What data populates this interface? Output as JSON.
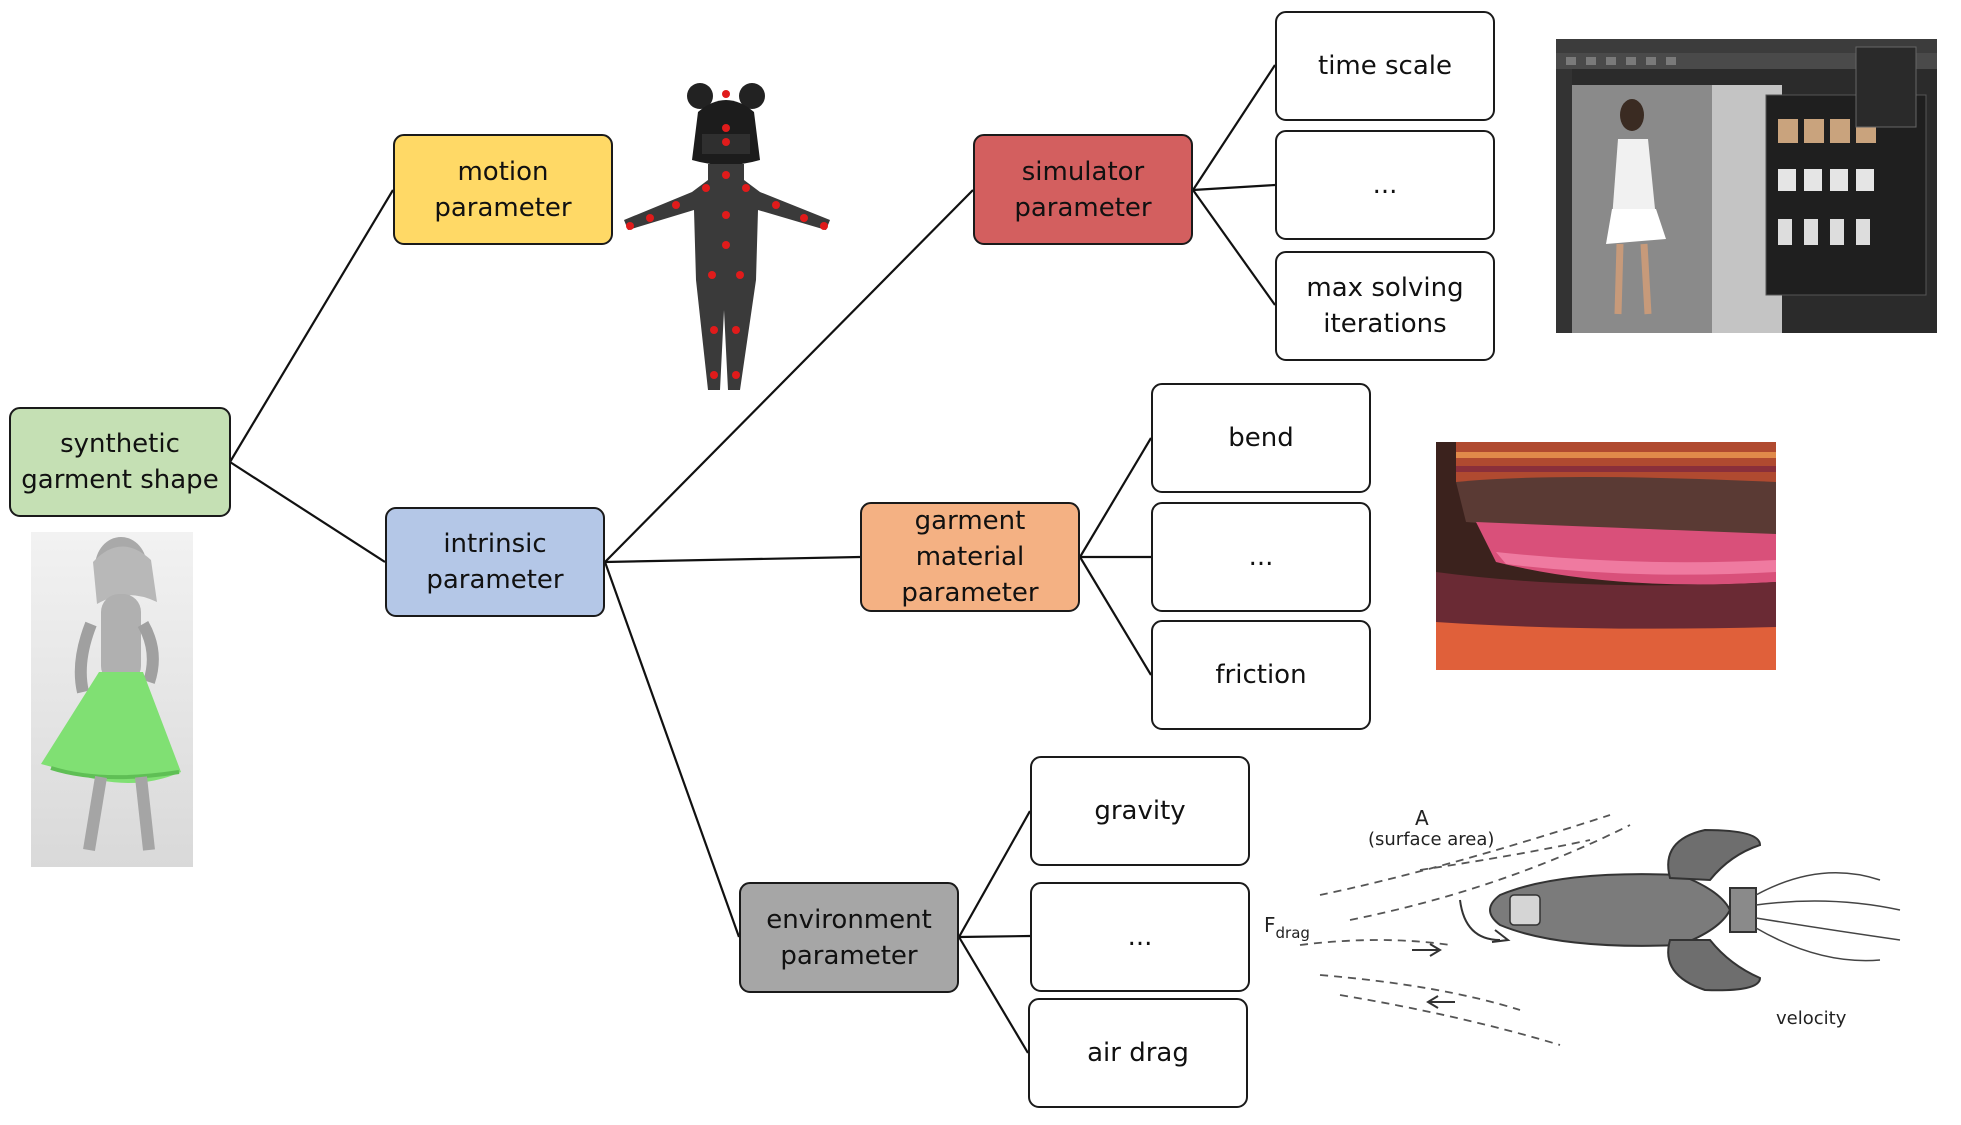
{
  "nodes": {
    "root": {
      "label": "synthetic\ngarment shape",
      "color": "#c5e0b4"
    },
    "motion": {
      "label": "motion\nparameter",
      "color": "#ffd966"
    },
    "intrinsic": {
      "label": "intrinsic\nparameter",
      "color": "#b4c7e7"
    },
    "simulator": {
      "label": "simulator\nparameter",
      "color": "#d35f5f"
    },
    "material": {
      "label": "garment\nmaterial\nparameter",
      "color": "#f4b183"
    },
    "environment": {
      "label": "environment\nparameter",
      "color": "#a6a6a6"
    }
  },
  "leaves": {
    "time_scale": "time scale",
    "sim_ellipsis": "...",
    "max_solving": "max solving\niterations",
    "bend": "bend",
    "mat_ellipsis": "...",
    "friction": "friction",
    "gravity": "gravity",
    "env_ellipsis": "...",
    "air_drag": "air drag"
  },
  "drag_figure": {
    "area_symbol": "A",
    "area_label": "(surface area)",
    "force_symbol": "F",
    "force_subscript": "drag",
    "velocity_label": "velocity"
  },
  "icons": {
    "skirt_figure": "garment-figure",
    "skeleton_figure": "skeleton-figure",
    "software_screenshot": "simulator-screenshot",
    "fabric_photo": "fabric-photo",
    "rocket_drawing": "rocket-drag-drawing"
  }
}
